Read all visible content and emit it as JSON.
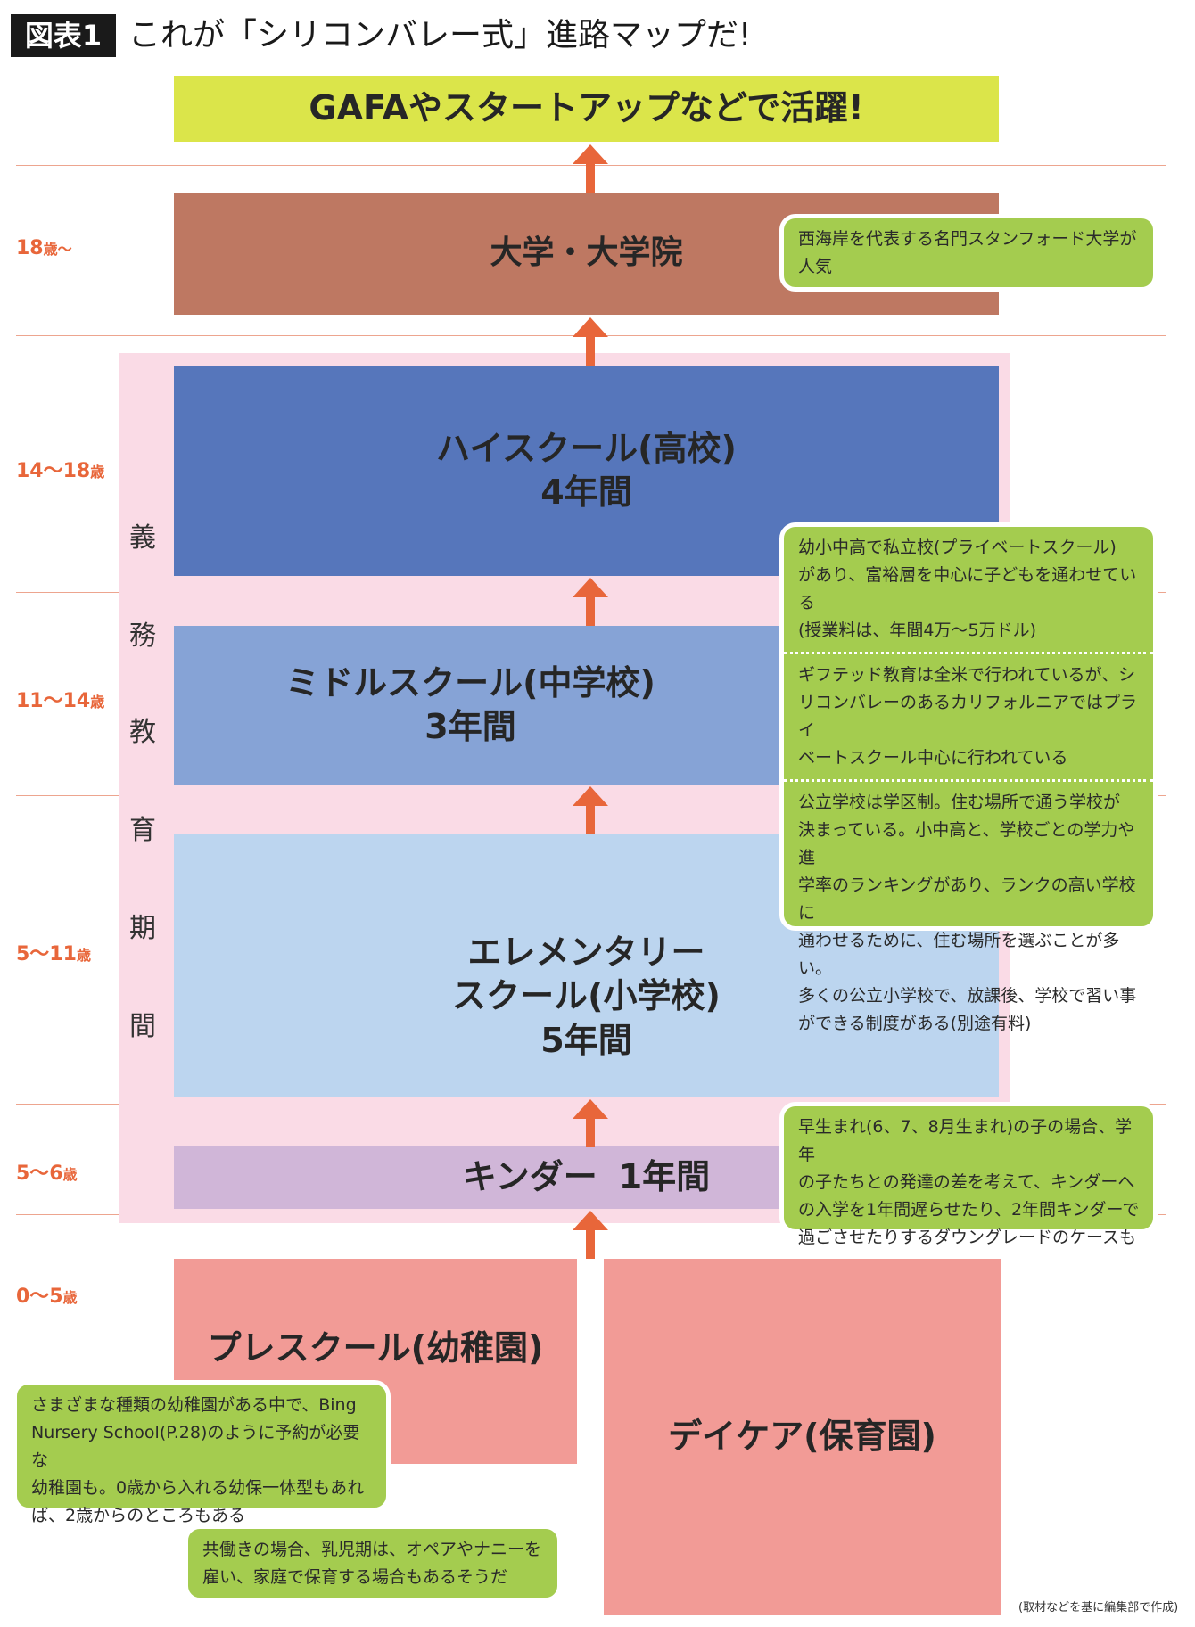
{
  "header": {
    "tag": "図表1",
    "title": "これが「シリコンバレー式」進路マップだ!"
  },
  "colors": {
    "goal": "#dbe54a",
    "university": "#be7862",
    "high_school": "#5676bb",
    "middle_school": "#86a3d6",
    "elementary": "#bcd5ef",
    "kinder": "#d0b6d8",
    "preschool": "#f29b96",
    "compulsory_band": "#fadbe6",
    "note": "#a4cc4f",
    "arrow": "#e8663a",
    "age_label": "#e8663a"
  },
  "ages": [
    {
      "range": "18",
      "unit": "歳〜"
    },
    {
      "range": "14〜18",
      "unit": "歳"
    },
    {
      "range": "11〜14",
      "unit": "歳"
    },
    {
      "range": "5〜11",
      "unit": "歳"
    },
    {
      "range": "5〜6",
      "unit": "歳"
    },
    {
      "range": "0〜5",
      "unit": "歳"
    }
  ],
  "compulsory_label": [
    "義",
    "務",
    "教",
    "育",
    "期",
    "間"
  ],
  "stages": {
    "goal": "GAFAやスタートアップなどで活躍!",
    "university": "大学・大学院",
    "high_school": {
      "name": "ハイスクール(高校)",
      "years": "4年間"
    },
    "middle_school": {
      "name": "ミドルスクール(中学校)",
      "years": "3年間"
    },
    "elementary": {
      "line1": "エレメンタリー",
      "line2": "スクール(小学校)",
      "years": "5年間"
    },
    "kinder": {
      "name": "キンダー",
      "years": "1年間"
    },
    "preschool": "プレスクール(幼稚園)",
    "daycare": "デイケア(保育園)"
  },
  "notes": {
    "university": [
      "西海岸を代表する名門スタンフォード大学が",
      "人気"
    ],
    "private": [
      "幼小中高で私立校(プライベートスクール)",
      "があり、富裕層を中心に子どもを通わせている",
      "(授業料は、年間4万〜5万ドル)"
    ],
    "gifted": [
      "ギフテッド教育は全米で行われているが、シ",
      "リコンバレーのあるカリフォルニアではプライ",
      "ベートスクール中心に行われている"
    ],
    "public": [
      "公立学校は学区制。住む場所で通う学校が",
      "決まっている。小中高と、学校ごとの学力や進",
      "学率のランキングがあり、ランクの高い学校に",
      "通わせるために、住む場所を選ぶことが多い。",
      "多くの公立小学校で、放課後、学校で習い事",
      "ができる制度がある(別途有料)"
    ],
    "kinder": [
      "早生まれ(6、7、8月生まれ)の子の場合、学年",
      "の子たちとの発達の差を考えて、キンダーへ",
      "の入学を1年間遅らせたり、2年間キンダーで",
      "過ごさせたりするダウングレードのケースも"
    ],
    "preschool": [
      "さまざまな種類の幼稚園がある中で、Bing",
      "Nursery School(P.28)のように予約が必要な",
      "幼稚園も。0歳から入れる幼保一体型もあれ",
      "ば、2歳からのところもある"
    ],
    "daycare": [
      "共働きの場合、乳児期は、オペアやナニーを",
      "雇い、家庭で保育する場合もあるそうだ"
    ]
  },
  "credit": "(取材などを基に編集部で作成)"
}
